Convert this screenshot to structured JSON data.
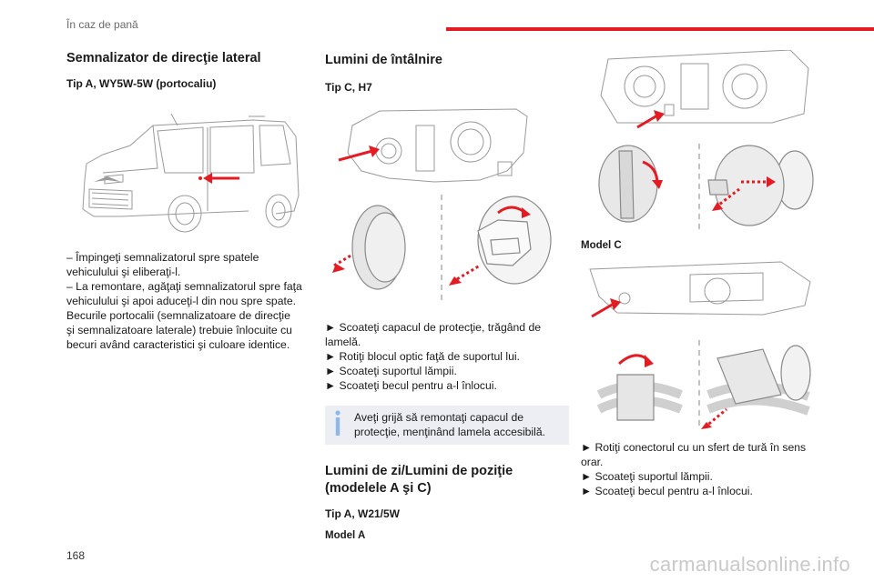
{
  "header": {
    "section": "În caz de pană",
    "accent_color": "#e31b23"
  },
  "page_number": "168",
  "watermark": "carmanualsonline.info",
  "col1": {
    "title": "Semnalizator de direcţie lateral",
    "subtitle": "Tip A, WY5W-5W (portocaliu)",
    "lines": [
      "– Împingeţi semnalizatorul spre spatele",
      "vehiculului şi eliberaţi-l.",
      "– La remontare, agăţaţi semnalizatorul spre faţa",
      "vehiculului şi apoi aduceţi-l din nou spre spate.",
      "Becurile portocalii (semnalizatoare de direcţie",
      "şi semnalizatoare laterale) trebuie înlocuite cu",
      "becuri având caracteristici şi culoare identice."
    ]
  },
  "col2": {
    "title": "Lumini de întâlnire",
    "subtitle": "Tip C, H7",
    "steps": [
      "► Scoateţi capacul de protecţie, trăgând de",
      "lamelă.",
      "► Rotiţi blocul optic faţă de suportul lui.",
      "► Scoateţi suportul lămpii.",
      "► Scoateţi becul pentru a-l înlocui."
    ],
    "note_lines": [
      "Aveţi grijă să remontaţi capacul de",
      "protecţie, menţinând lamela accesibilă."
    ],
    "note_icon": "info-icon",
    "section2_title_lines": [
      "Lumini de zi/Lumini de poziţie",
      "(modelele A şi C)"
    ],
    "section2_subtitle": "Tip A, W21/5W",
    "model_a": "Model A"
  },
  "col3": {
    "model_c": "Model C",
    "steps": [
      "► Rotiţi conectorul cu un sfert de tură în sens",
      "orar.",
      "► Scoateţi suportul lămpii.",
      "► Scoateţi becul pentru a-l înlocui."
    ]
  }
}
